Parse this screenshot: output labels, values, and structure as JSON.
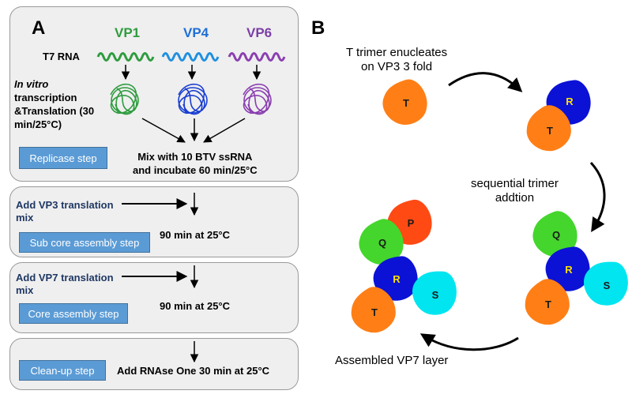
{
  "panel_a": {
    "letter": "A",
    "vp_labels": [
      {
        "text": "VP1",
        "color": "#2e9c3e"
      },
      {
        "text": "VP4",
        "color": "#1f6fd6"
      },
      {
        "text": "VP6",
        "color": "#7b3fa6"
      }
    ],
    "t7_label": "T7 RNA",
    "invitro_italic": "In vitro",
    "invitro_rest_1": "transcription",
    "invitro_rest_2": "&Translation (30",
    "invitro_rest_3": "min/25°C)",
    "mix_line1": "Mix with 10 BTV ssRNA",
    "mix_line2": "and incubate 60 min/25°C",
    "steps": [
      {
        "button": "Replicase step"
      },
      {
        "button": "Sub core assembly step",
        "add_line1": "Add VP3 translation",
        "add_line2": "mix",
        "time": "90 min at 25°C"
      },
      {
        "button": "Core assembly step",
        "add_line1": "Add VP7 translation",
        "add_line2": "mix",
        "time": "90 min at 25°C"
      },
      {
        "button": "Clean-up step",
        "time": "Add RNAse One 30 min at 25°C"
      }
    ]
  },
  "panel_b": {
    "letter": "B",
    "caption_top_1": "T trimer enucleates",
    "caption_top_2": "on VP3 3 fold",
    "caption_right_1": "sequential trimer",
    "caption_right_2": "addtion",
    "caption_bottom": "Assembled VP7 layer",
    "trimers": {
      "T": {
        "label": "T",
        "color": "#ff7f16",
        "text_color": "#1a1a1a"
      },
      "R": {
        "label": "R",
        "color": "#0b12d6",
        "text_color": "#ffe000"
      },
      "Q": {
        "label": "Q",
        "color": "#44d62c",
        "text_color": "#1a1a1a"
      },
      "S": {
        "label": "S",
        "color": "#00e5f0",
        "text_color": "#1a1a1a"
      },
      "P": {
        "label": "P",
        "color": "#ff4a14",
        "text_color": "#1a1a1a"
      }
    }
  }
}
